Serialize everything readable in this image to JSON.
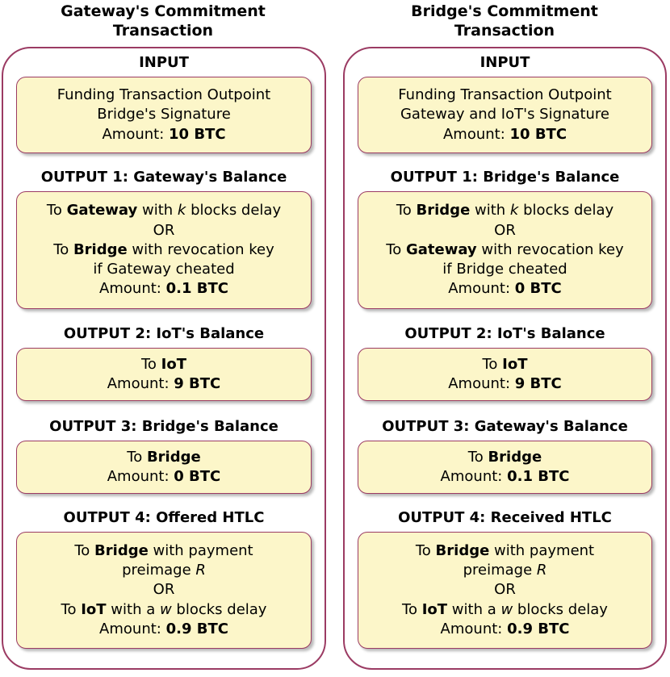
{
  "left": {
    "title": [
      "Gateway's Commitment",
      "Transaction"
    ],
    "input": {
      "heading": "INPUT",
      "lines": [
        [
          {
            "t": "Funding Transaction Outpoint"
          }
        ],
        [
          {
            "t": "Bridge's Signature"
          }
        ],
        [
          {
            "t": "Amount: "
          },
          {
            "t": "10 BTC",
            "b": true
          }
        ]
      ]
    },
    "outputs": [
      {
        "heading": "OUTPUT 1: Gateway's Balance",
        "lines": [
          [
            {
              "t": "To "
            },
            {
              "t": "Gateway",
              "b": true
            },
            {
              "t": " with "
            },
            {
              "t": "k",
              "i": true
            },
            {
              "t": " blocks delay"
            }
          ],
          [
            {
              "t": "OR"
            }
          ],
          [
            {
              "t": "To "
            },
            {
              "t": "Bridge",
              "b": true
            },
            {
              "t": " with revocation key"
            }
          ],
          [
            {
              "t": "if Gateway cheated"
            }
          ],
          [
            {
              "t": "Amount: "
            },
            {
              "t": "0.1 BTC",
              "b": true
            }
          ]
        ]
      },
      {
        "heading": "OUTPUT 2: IoT's Balance",
        "lines": [
          [
            {
              "t": "To "
            },
            {
              "t": "IoT",
              "b": true
            }
          ],
          [
            {
              "t": "Amount: "
            },
            {
              "t": "9 BTC",
              "b": true
            }
          ]
        ]
      },
      {
        "heading": "OUTPUT 3: Bridge's Balance",
        "lines": [
          [
            {
              "t": "To "
            },
            {
              "t": "Bridge",
              "b": true
            }
          ],
          [
            {
              "t": "Amount: "
            },
            {
              "t": "0 BTC",
              "b": true
            }
          ]
        ]
      },
      {
        "heading": "OUTPUT 4: Offered HTLC",
        "lines": [
          [
            {
              "t": "To "
            },
            {
              "t": "Bridge",
              "b": true
            },
            {
              "t": " with payment"
            }
          ],
          [
            {
              "t": "preimage "
            },
            {
              "t": "R",
              "i": true
            }
          ],
          [
            {
              "t": "OR"
            }
          ],
          [
            {
              "t": "To "
            },
            {
              "t": "IoT",
              "b": true
            },
            {
              "t": " with a "
            },
            {
              "t": "w",
              "i": true
            },
            {
              "t": " blocks delay"
            }
          ],
          [
            {
              "t": "Amount: "
            },
            {
              "t": "0.9 BTC",
              "b": true
            }
          ]
        ]
      }
    ]
  },
  "right": {
    "title": [
      "Bridge's Commitment",
      "Transaction"
    ],
    "input": {
      "heading": "INPUT",
      "lines": [
        [
          {
            "t": "Funding Transaction Outpoint"
          }
        ],
        [
          {
            "t": "Gateway and IoT's Signature"
          }
        ],
        [
          {
            "t": "Amount: "
          },
          {
            "t": "10 BTC",
            "b": true
          }
        ]
      ]
    },
    "outputs": [
      {
        "heading": "OUTPUT 1: Bridge's Balance",
        "lines": [
          [
            {
              "t": "To "
            },
            {
              "t": "Bridge",
              "b": true
            },
            {
              "t": " with "
            },
            {
              "t": "k",
              "i": true
            },
            {
              "t": " blocks delay"
            }
          ],
          [
            {
              "t": "OR"
            }
          ],
          [
            {
              "t": "To "
            },
            {
              "t": "Gateway",
              "b": true
            },
            {
              "t": " with revocation key"
            }
          ],
          [
            {
              "t": "if Bridge cheated"
            }
          ],
          [
            {
              "t": "Amount: "
            },
            {
              "t": "0 BTC",
              "b": true
            }
          ]
        ]
      },
      {
        "heading": "OUTPUT 2: IoT's Balance",
        "lines": [
          [
            {
              "t": "To "
            },
            {
              "t": "IoT",
              "b": true
            }
          ],
          [
            {
              "t": "Amount: "
            },
            {
              "t": "9 BTC",
              "b": true
            }
          ]
        ]
      },
      {
        "heading": "OUTPUT 3: Gateway's Balance",
        "lines": [
          [
            {
              "t": "To "
            },
            {
              "t": "Bridge",
              "b": true
            }
          ],
          [
            {
              "t": "Amount: "
            },
            {
              "t": "0.1 BTC",
              "b": true
            }
          ]
        ]
      },
      {
        "heading": "OUTPUT 4: Received HTLC",
        "lines": [
          [
            {
              "t": "To "
            },
            {
              "t": "Bridge",
              "b": true
            },
            {
              "t": " with payment"
            }
          ],
          [
            {
              "t": "preimage "
            },
            {
              "t": "R",
              "i": true
            }
          ],
          [
            {
              "t": "OR"
            }
          ],
          [
            {
              "t": "To "
            },
            {
              "t": "IoT",
              "b": true
            },
            {
              "t": " with a "
            },
            {
              "t": "w",
              "i": true
            },
            {
              "t": " blocks delay"
            }
          ],
          [
            {
              "t": "Amount: "
            },
            {
              "t": "0.9 BTC",
              "b": true
            }
          ]
        ]
      }
    ]
  }
}
